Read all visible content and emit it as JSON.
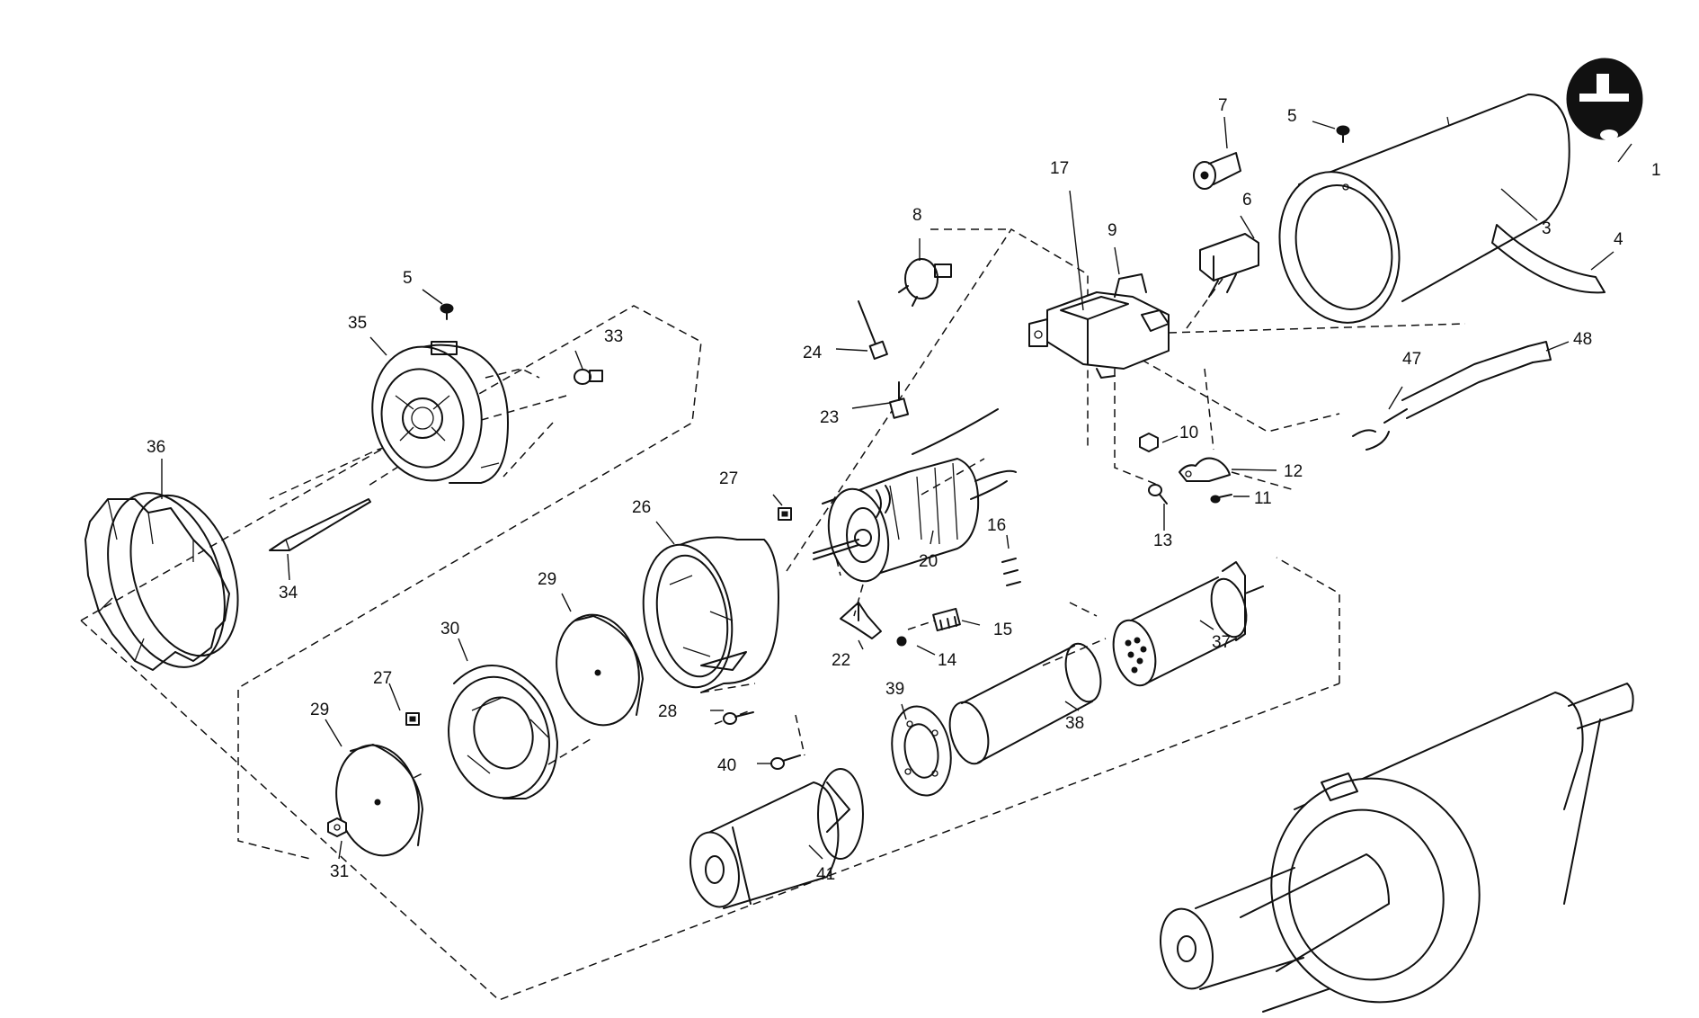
{
  "diagram": {
    "part_labels": {
      "p1": "1",
      "p3": "3",
      "p4": "4",
      "p5a": "5",
      "p5b": "5",
      "p6": "6",
      "p7": "7",
      "p8": "8",
      "p9": "9",
      "p10": "10",
      "p11": "11",
      "p12": "12",
      "p13": "13",
      "p14": "14",
      "p15": "15",
      "p16": "16",
      "p17": "17",
      "p20": "20",
      "p22": "22",
      "p23": "23",
      "p24": "24",
      "p26": "26",
      "p27a": "27",
      "p27b": "27",
      "p28": "28",
      "p29a": "29",
      "p29b": "29",
      "p30": "30",
      "p31": "31",
      "p33": "33",
      "p34": "34",
      "p35": "35",
      "p36": "36",
      "p37": "37",
      "p38": "38",
      "p39": "39",
      "p40": "40",
      "p41": "41",
      "p47": "47",
      "p48": "48"
    }
  }
}
